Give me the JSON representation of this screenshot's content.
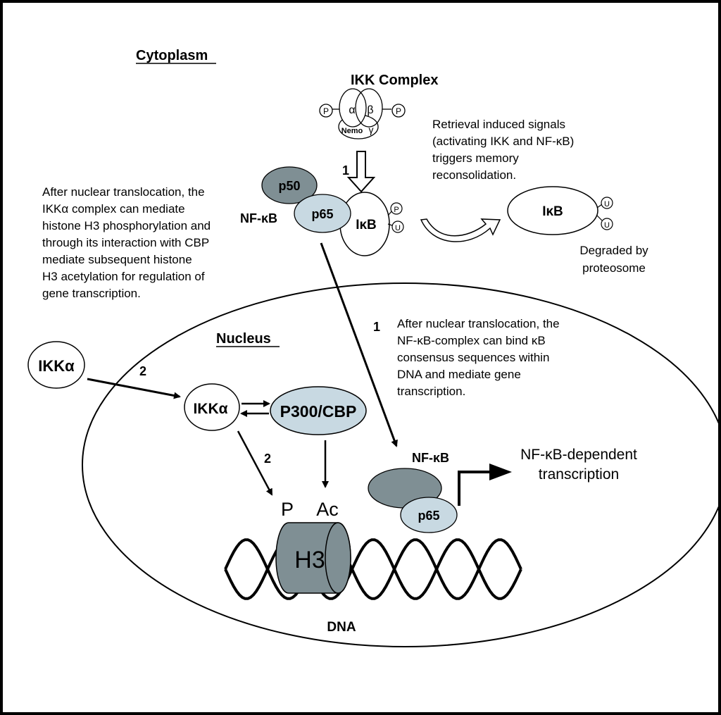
{
  "labels": {
    "cytoplasm": "Cytoplasm",
    "nucleus": "Nucleus",
    "ikk_complex": "IKK Complex",
    "alpha": "α",
    "beta": "β",
    "nemo": "Nemo",
    "gamma": "γ",
    "p": "P",
    "u": "U",
    "step1": "1",
    "step2": "2",
    "p50": "p50",
    "p65": "p65",
    "nfkb": "NF-κB",
    "ikb": "IκB",
    "ikk_alpha": "IKKα",
    "p300cbp": "P300/CBP",
    "h3": "H3",
    "ac": "Ac",
    "dna": "DNA",
    "degraded_line1": "Degraded by",
    "degraded_line2": "proteosome"
  },
  "notes": {
    "retrieval": [
      "Retrieval induced signals",
      "(activating IKK and NF-κB)",
      "triggers memory",
      "reconsolidation."
    ],
    "ikka_translocation": [
      "After nuclear translocation, the",
      "IKKα complex can mediate",
      "histone H3 phosphorylation and",
      "through its interaction with CBP",
      "mediate subsequent  histone",
      "H3 acetylation for regulation of",
      "gene transcription."
    ],
    "nfkb_translocation": [
      "After nuclear translocation, the",
      "NF-κB-complex can bind κB",
      "consensus sequences within",
      "DNA and mediate gene",
      "transcription."
    ],
    "dependent": [
      "NF-κB-dependent",
      "transcription"
    ]
  },
  "colors": {
    "dark_gray": "#7f8f94",
    "light_blue": "#c8d9e2",
    "border": "#000000"
  }
}
